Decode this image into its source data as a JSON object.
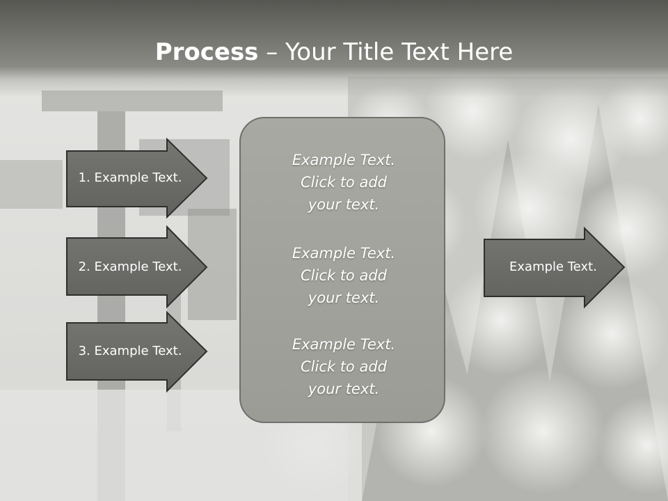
{
  "title": {
    "bold": "Process",
    "rest": " – Your Title Text Here"
  },
  "steps": [
    {
      "label": "1. Example Text."
    },
    {
      "label": "2. Example Text."
    },
    {
      "label": "3. Example Text."
    }
  ],
  "center": {
    "blocks": [
      {
        "line1": "Example Text.",
        "line2": "Click  to add",
        "line3": "your text."
      },
      {
        "line1": "Example Text.",
        "line2": "Click  to add",
        "line3": "your text."
      },
      {
        "line1": "Example Text.",
        "line2": "Click  to add",
        "line3": "your text."
      }
    ]
  },
  "output": {
    "label": "Example Text."
  },
  "colors": {
    "arrow_fill": "#6b6b69",
    "arrow_stroke": "#2e2e2c",
    "box_fill": "#a3a39d",
    "box_stroke": "#6f6f6b",
    "header": "#5a5a56",
    "text": "#ffffff"
  }
}
